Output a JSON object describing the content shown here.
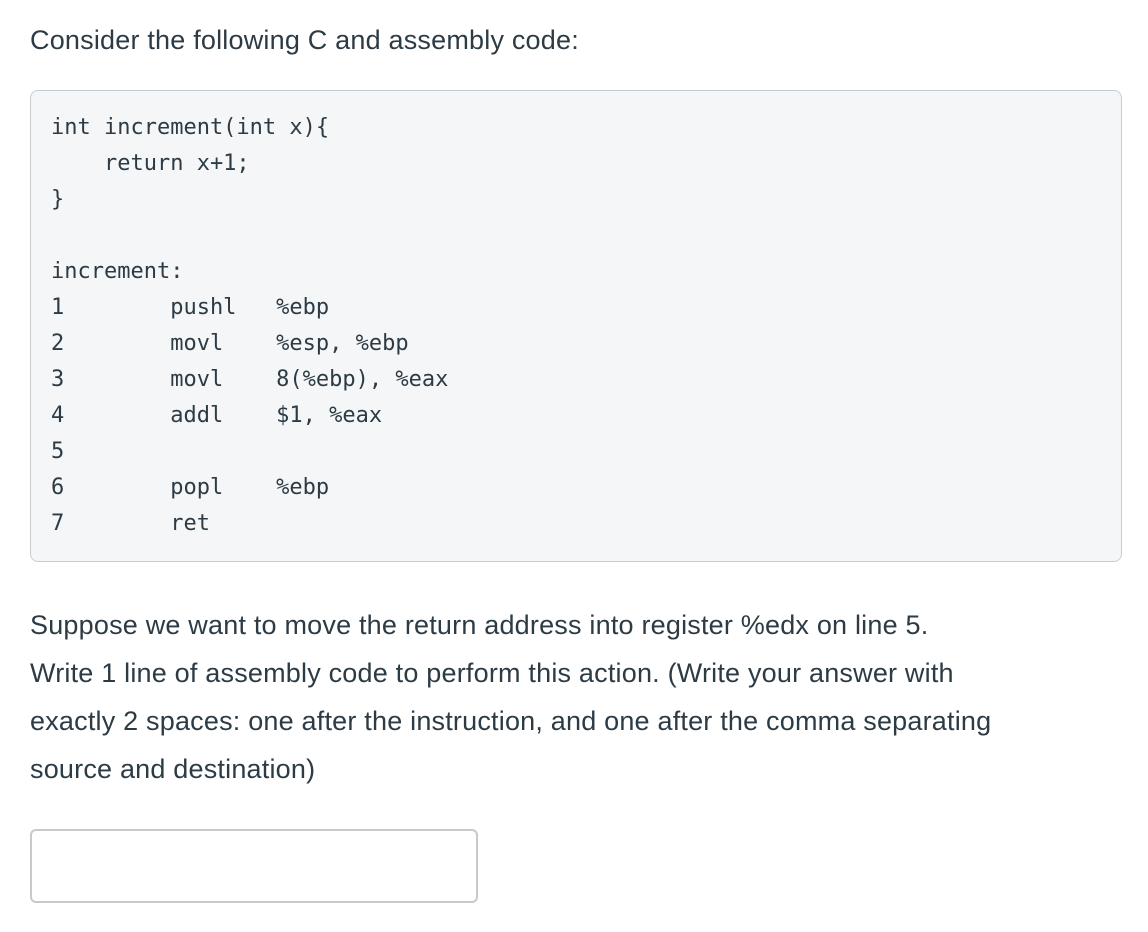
{
  "question": {
    "prompt": "Consider the following C and assembly code:",
    "code": "int increment(int x){\n    return x+1;\n}\n\nincrement:\n1        pushl   %ebp\n2        movl    %esp, %ebp\n3        movl    8(%ebp), %eax\n4        addl    $1, %eax\n5\n6        popl    %ebp\n7        ret",
    "instructions": "Suppose we want to move the return address into register %edx on line 5.\nWrite 1 line of assembly code to perform this action. (Write your answer with\nexactly 2 spaces: one after the instruction, and one after the comma separating\nsource and destination)"
  },
  "answer_field": {
    "value": "",
    "placeholder": ""
  },
  "colors": {
    "text": "#2d3b45",
    "code_background": "#f5f6f7",
    "code_border": "#c7ccd1",
    "input_border": "#c9c9c9",
    "page_background": "#ffffff"
  }
}
